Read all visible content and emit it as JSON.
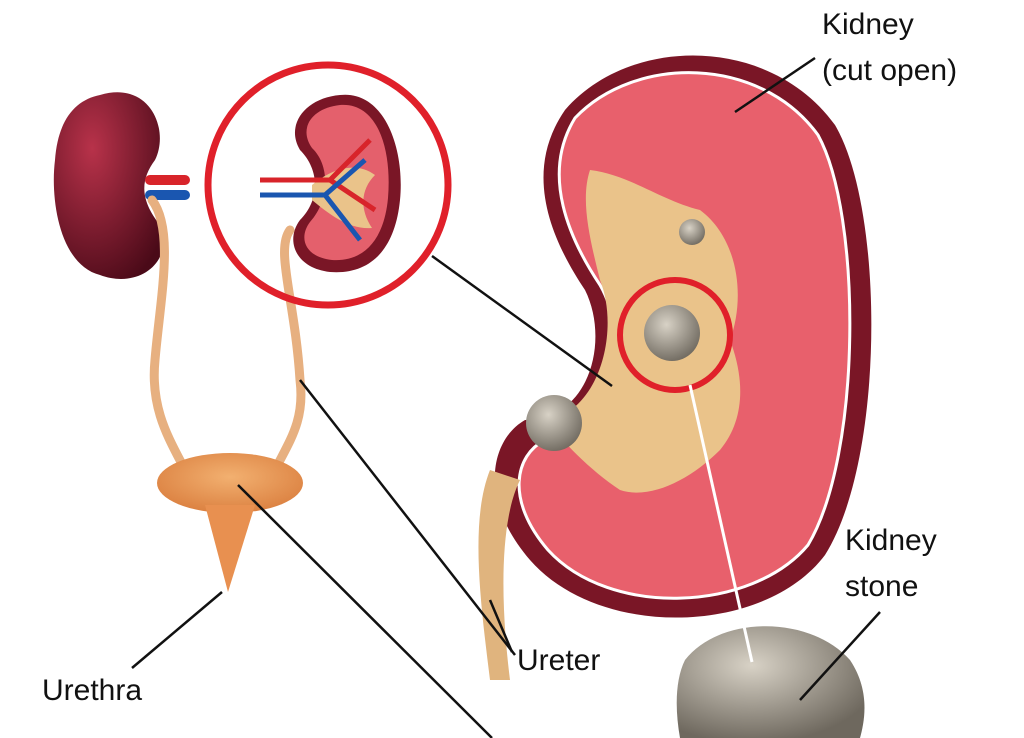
{
  "labels": {
    "kidney_line1": "Kidney",
    "kidney_line2": "(cut open)",
    "stone_line1": "Kidney",
    "stone_line2": "stone",
    "ureter": "Ureter",
    "urethra": "Urethra"
  },
  "colors": {
    "highlight_ring": "#e0202a",
    "kidney_outer": "#7a1626",
    "kidney_tissue": "#e8606c",
    "pelvis": "#eac38a",
    "stone": "#9a948a",
    "bladder": "#e8944a"
  }
}
